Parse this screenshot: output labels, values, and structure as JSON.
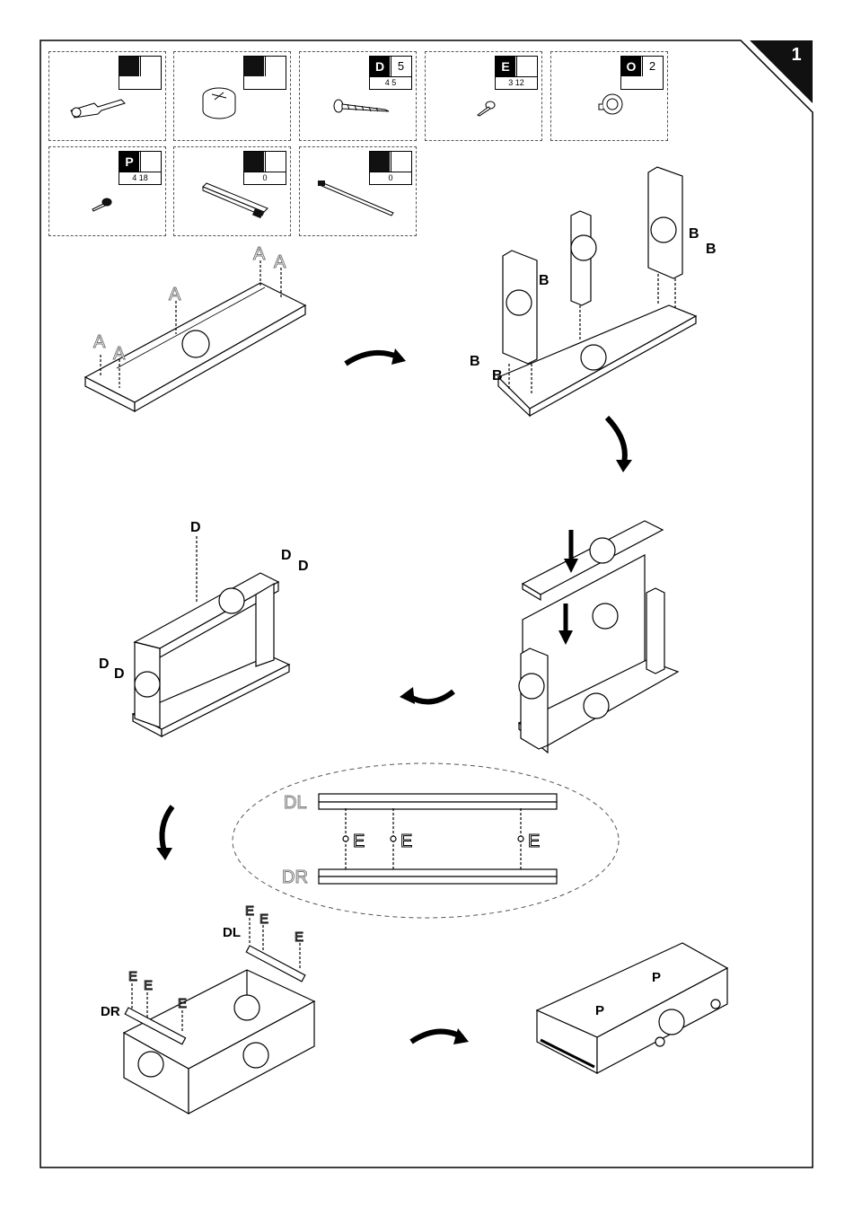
{
  "page": {
    "step_number": "1"
  },
  "hardware": [
    {
      "id": "",
      "qty": "",
      "dims": "",
      "icon": "cam-dowel-icon"
    },
    {
      "id": "",
      "qty": "",
      "dims": "",
      "icon": "cam-lock-icon"
    },
    {
      "id": "D",
      "qty": "5",
      "dims": "4  5",
      "icon": "screw-icon"
    },
    {
      "id": "E",
      "qty": "",
      "dims": "3  12",
      "icon": "small-screw-icon"
    },
    {
      "id": "O",
      "qty": "2",
      "dims": "",
      "icon": "knob-icon"
    },
    {
      "id": "P",
      "qty": "",
      "dims": "4  18",
      "icon": "knob-screw-icon"
    },
    {
      "id": "",
      "qty": "0",
      "dims": "",
      "icon": "drawer-runner-icon"
    },
    {
      "id": "",
      "qty": "0",
      "dims": "",
      "icon": "drawer-rail-icon"
    }
  ],
  "labels": {
    "a": "A",
    "b": "B",
    "d": "D",
    "e": "E",
    "p": "P",
    "dl": "DL",
    "dr": "DR"
  },
  "colors": {
    "line": "#000000",
    "dashed": "#555555",
    "outline_label": "#777777"
  }
}
